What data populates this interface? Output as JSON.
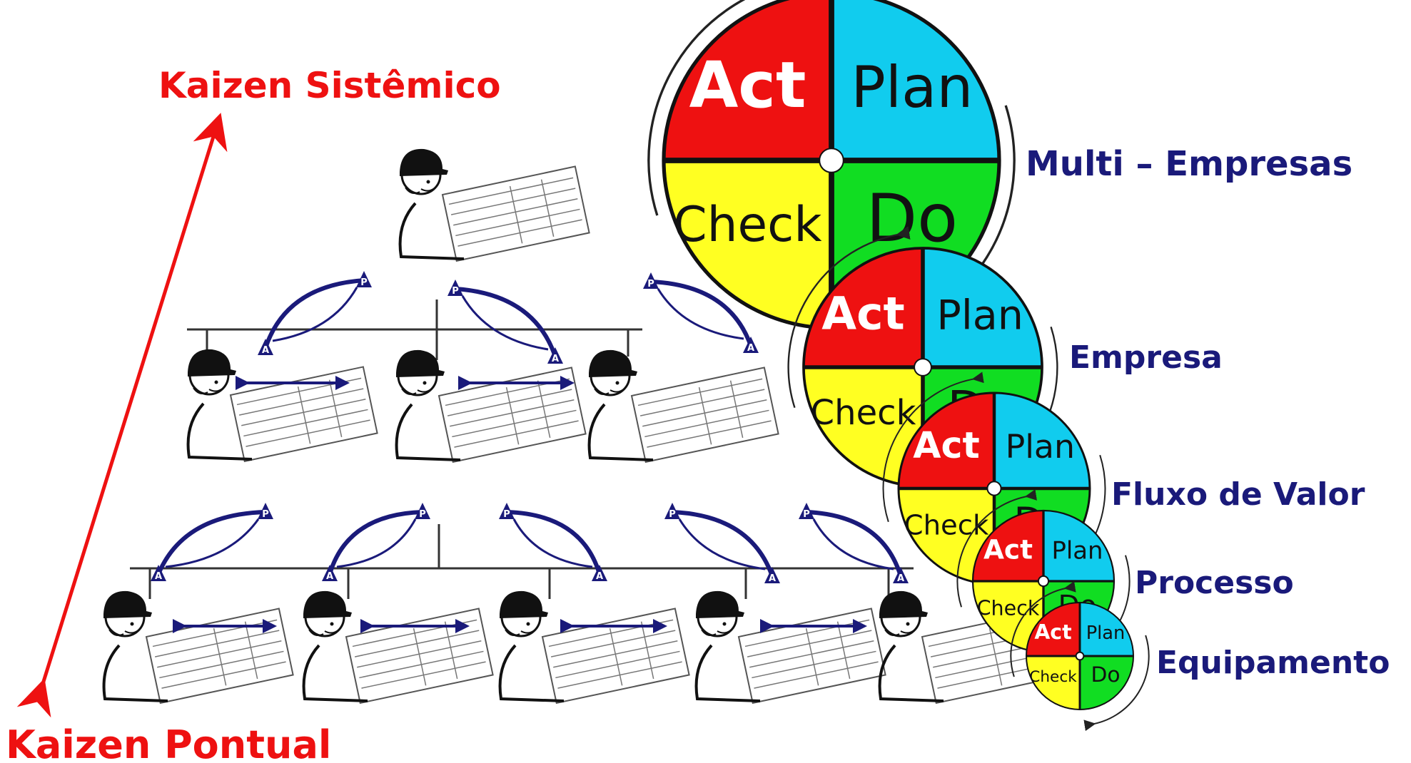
{
  "labels": {
    "top": "Kaizen Sistêmico",
    "bottom": "Kaizen Pontual"
  },
  "pdca_short": {
    "act": "Act",
    "plan": "Plan",
    "check": "Check",
    "do": "Do"
  },
  "badges": {
    "plan": "P",
    "act": "A"
  },
  "levels": [
    {
      "name": "Multi – Empresas"
    },
    {
      "name": "Empresa"
    },
    {
      "name": "Fluxo de Valor"
    },
    {
      "name": "Processo"
    },
    {
      "name": "Equipamento"
    }
  ],
  "colors": {
    "accent_red": "#ee1111",
    "navy": "#1a1a7a",
    "act": "#ee1111",
    "plan": "#11ccee",
    "check": "#ffff22",
    "do": "#11dd22"
  },
  "icons": {
    "worker": "worker-with-document-icon",
    "cycle_arrow": "pdca-cycle-arrow-icon",
    "exchange_arrow": "double-headed-arrow-icon"
  }
}
